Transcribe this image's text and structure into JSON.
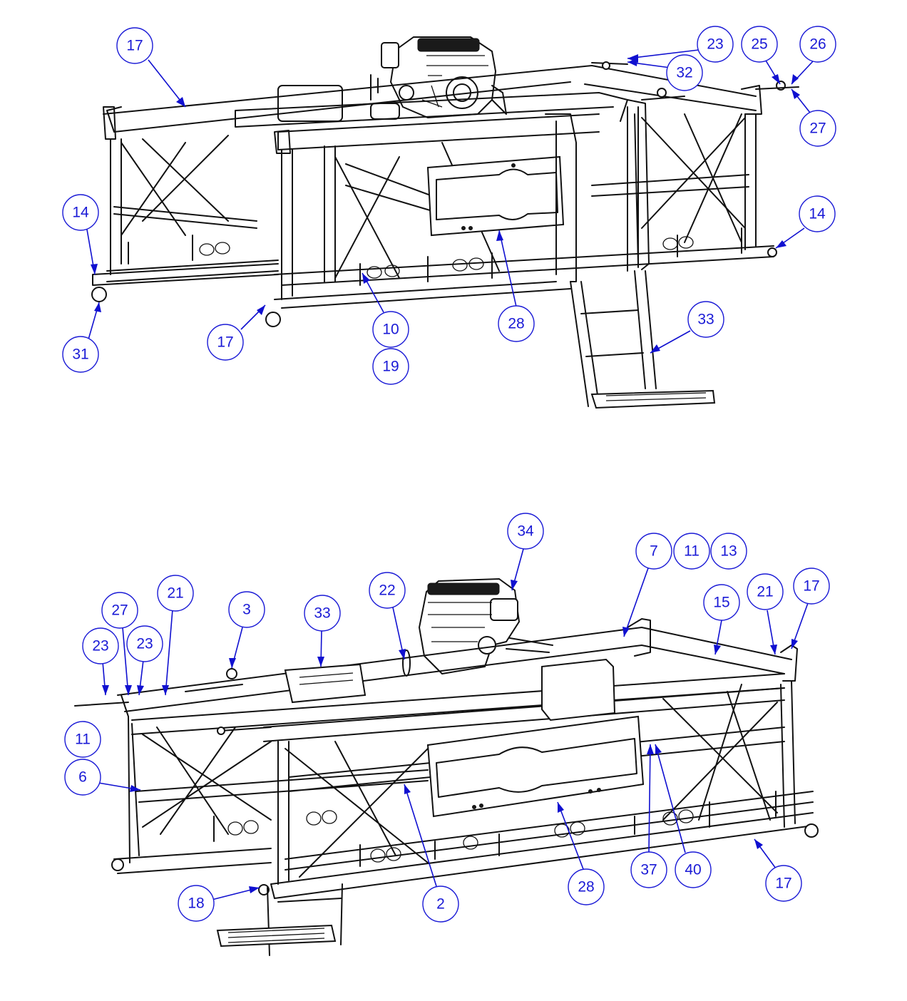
{
  "views": [
    {
      "id": "view-top",
      "callouts": [
        {
          "label": "17"
        },
        {
          "label": "23"
        },
        {
          "label": "32"
        },
        {
          "label": "25"
        },
        {
          "label": "26"
        },
        {
          "label": "27"
        },
        {
          "label": "14"
        },
        {
          "label": "14"
        },
        {
          "label": "31"
        },
        {
          "label": "17"
        },
        {
          "label": "10"
        },
        {
          "label": "19"
        },
        {
          "label": "28"
        },
        {
          "label": "33"
        }
      ]
    },
    {
      "id": "view-bottom",
      "callouts": [
        {
          "label": "34"
        },
        {
          "label": "7"
        },
        {
          "label": "11"
        },
        {
          "label": "13"
        },
        {
          "label": "22"
        },
        {
          "label": "3"
        },
        {
          "label": "33"
        },
        {
          "label": "21"
        },
        {
          "label": "27"
        },
        {
          "label": "23"
        },
        {
          "label": "23"
        },
        {
          "label": "15"
        },
        {
          "label": "21"
        },
        {
          "label": "17"
        },
        {
          "label": "11"
        },
        {
          "label": "6"
        },
        {
          "label": "18"
        },
        {
          "label": "2"
        },
        {
          "label": "28"
        },
        {
          "label": "37"
        },
        {
          "label": "40"
        },
        {
          "label": "17"
        }
      ]
    }
  ],
  "colors": {
    "callout": "#1a1ad6",
    "leader": "#1010d0",
    "linework": "#111111",
    "background": "#ffffff"
  }
}
